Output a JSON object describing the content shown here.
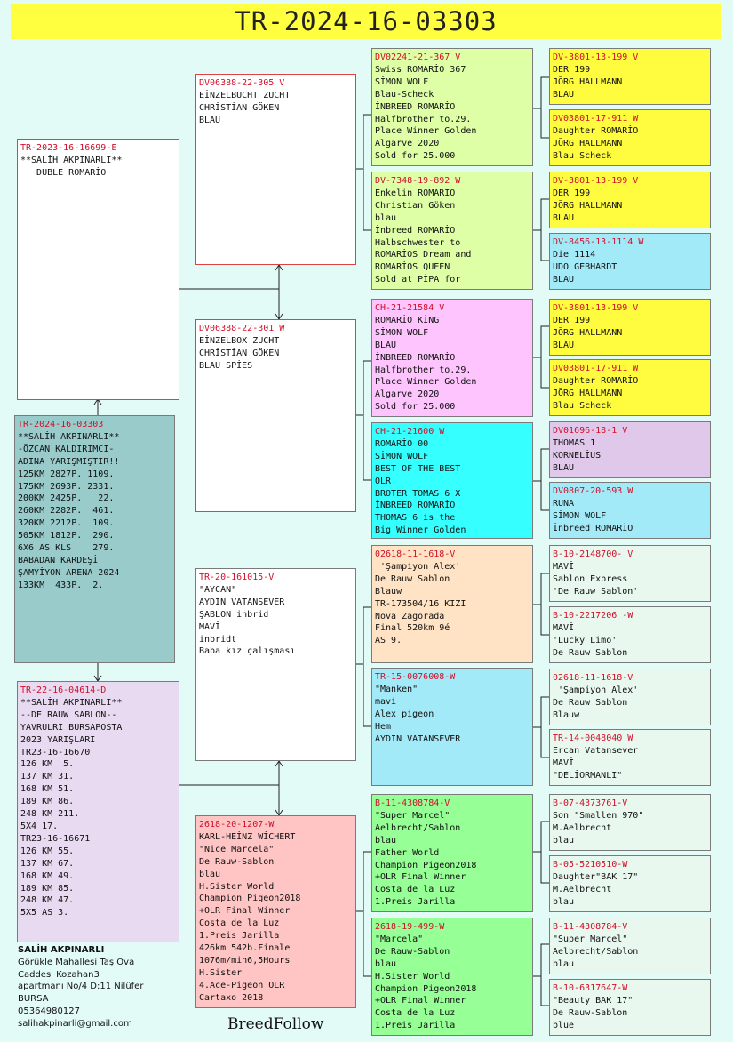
{
  "title": "TR-2024-16-03303",
  "brand": "BreedFollow",
  "colors": {
    "title_bg": "#ffff40",
    "pedigree_id": "#d0102a",
    "subject_bg": "#99cbcb",
    "dam_bg": "#e8daf0",
    "yellow": "#fffc40",
    "green_light": "#deffa6",
    "pink": "#fdc4fd",
    "cyan": "#35ffff",
    "lavender": "#e0c8ea",
    "sky": "#a3eaf8",
    "peach": "#ffe3c4",
    "salmon": "#ffc4c4",
    "green": "#96ff96",
    "mint": "#e8f8ee"
  },
  "boxes": {
    "sire": {
      "id": "TR-2023-16-16699-E",
      "lines": [
        "**SALİH AKPINARLI**",
        "   DUBLE ROMARİO"
      ]
    },
    "subject": {
      "id": "TR-2024-16-03303",
      "lines": [
        "**SALİH AKPINARLI**",
        "-ÖZCAN KALDIRIMCI-",
        "ADINA YARIŞMIŞTIR!!",
        "125KM 2827P. 1109.",
        "175KM 2693P. 2331.",
        "200KM 2425P.   22.",
        "260KM 2282P.  461.",
        "320KM 2212P.  109.",
        "505KM 1812P.  290.",
        "6X6 AS KLS    279.",
        "BABADAN KARDEŞİ",
        "ŞAMYİYON ARENA 2024",
        "133KM  433P.  2."
      ]
    },
    "dam": {
      "id": "TR-22-16-04614-D",
      "lines": [
        "**SALİH AKPINARLI**",
        "--DE RAUW SABLON--",
        "YAVRULRI BURSAPOSTA",
        "2023 YARIŞLARI",
        "TR23-16-16670",
        "126 KM  5.",
        "137 KM 31.",
        "168 KM 51.",
        "189 KM 86.",
        "248 KM 211.",
        "5X4 17.",
        "TR23-16-16671",
        "126 KM 55.",
        "137 KM 67.",
        "168 KM 49.",
        "189 KM 85.",
        "248 KM 47.",
        "5X5 AS 3."
      ]
    },
    "ss": {
      "id": "DV06388-22-305 V",
      "lines": [
        "EİNZELBUCHT ZUCHT",
        "CHRİSTİAN GÖKEN",
        "BLAU"
      ]
    },
    "sd": {
      "id": "DV06388-22-301 W",
      "lines": [
        "EİNZELBOX ZUCHT",
        "CHRİSTİAN GÖKEN",
        "BLAU SPİES"
      ]
    },
    "ds": {
      "id": "TR-20-161015-V",
      "lines": [
        "\"AYCAN\"",
        "AYDIN VATANSEVER",
        "ŞABLON inbrid",
        "MAVİ",
        "inbridt",
        "Baba kız çalışması"
      ]
    },
    "dd": {
      "id": "2618-20-1207-W",
      "lines": [
        "KARL-HEİNZ WİCHERT",
        "\"Nice Marcela\"",
        "De Rauw-Sablon",
        "blau",
        "H.Sister World",
        "Champion Pigeon2018",
        "+OLR Final Winner",
        "Costa de la Luz",
        "1.Preis Jarilla",
        "426km 542b.Finale",
        "1076m/min6,5Hours",
        "H.Sister",
        "4.Ace-Pigeon OLR",
        "Cartaxo 2018"
      ]
    },
    "sss": {
      "id": "DV02241-21-367 V",
      "lines": [
        "Swiss ROMARİO 367",
        "SİMON WOLF",
        "Blau-Scheck",
        "İNBREED ROMARİO",
        "Halfbrother to.29.",
        "Place Winner Golden",
        "Algarve 2020",
        "Sold for 25.000"
      ]
    },
    "ssd": {
      "id": "DV-7348-19-892 W",
      "lines": [
        "Enkelin ROMARİO",
        "Christian Göken",
        "blau",
        "İnbreed ROMARİO",
        "Halbschwester to",
        "ROMARİOS Dream and",
        "ROMARİOS QUEEN",
        "Sold at PİPA for"
      ]
    },
    "sds": {
      "id": "CH-21-21584 V",
      "lines": [
        "ROMARİO KİNG",
        "SİMON WOLF",
        "BLAU",
        "İNBREED ROMARİO",
        "Halfbrother to.29.",
        "Place Winner Golden",
        "Algarve 2020",
        "Sold for 25.000"
      ]
    },
    "sdd": {
      "id": "CH-21-21600 W",
      "lines": [
        "ROMARİO 00",
        "SİMON WOLF",
        "BEST OF THE BEST",
        "OLR",
        "BROTER TOMAS 6 X",
        "İNBREED ROMARİO",
        "THOMAS 6 is the",
        "Big Winner Golden"
      ]
    },
    "dss": {
      "id": "02618-11-1618-V",
      "lines": [
        " 'Şampiyon Alex'",
        "De Rauw Sablon",
        "Blauw",
        "TR-173504/16 KIZI",
        "Nova Zagorada",
        "Final 520km 9é",
        "AS 9."
      ]
    },
    "dsd": {
      "id": "TR-15-0076008-W",
      "lines": [
        "\"Manken\"",
        "mavi",
        "Alex pigeon",
        "Hem",
        "AYDIN VATANSEVER"
      ]
    },
    "dds": {
      "id": "B-11-4308784-V",
      "lines": [
        "\"Super Marcel\"",
        "Aelbrecht/Sablon",
        "blau",
        "Father World",
        "Champion Pigeon2018",
        "+OLR Final Winner",
        "Costa de la Luz",
        "1.Preis Jarilla"
      ]
    },
    "ddd": {
      "id": "2618-19-499-W",
      "lines": [
        "\"Marcela\"",
        "De Rauw-Sablon",
        "blau",
        "H.Sister World",
        "Champion Pigeon2018",
        "+OLR Final Winner",
        "Costa de la Luz",
        "1.Preis Jarilla"
      ]
    },
    "g1": {
      "id": "DV-3801-13-199 V",
      "lines": [
        "DER 199",
        "JÖRG HALLMANN",
        "BLAU"
      ]
    },
    "g2": {
      "id": "DV03801-17-911 W",
      "lines": [
        "Daughter ROMARİO",
        "JÖRG HALLMANN",
        "Blau Scheck"
      ]
    },
    "g3": {
      "id": "DV-3801-13-199 V",
      "lines": [
        "DER 199",
        "JÖRG HALLMANN",
        "BLAU"
      ]
    },
    "g4": {
      "id": "DV-8456-13-1114 W",
      "lines": [
        "Die 1114",
        "UDO GEBHARDT",
        "BLAU"
      ]
    },
    "g5": {
      "id": "DV-3801-13-199 V",
      "lines": [
        "DER 199",
        "JÖRG HALLMANN",
        "BLAU"
      ]
    },
    "g6": {
      "id": "DV03801-17-911 W",
      "lines": [
        "Daughter ROMARİO",
        "JÖRG HALLMANN",
        "Blau Scheck"
      ]
    },
    "g7": {
      "id": "DV01696-18-1 V",
      "lines": [
        "THOMAS 1",
        "KORNELİUS",
        "BLAU"
      ]
    },
    "g8": {
      "id": "DV0807-20-593 W",
      "lines": [
        "RUNA",
        "SİMON WOLF",
        "İnbreed ROMARİO"
      ]
    },
    "g9": {
      "id": "B-10-2148700- V",
      "lines": [
        "MAVİ",
        "Sablon Express",
        "'De Rauw Sablon'"
      ]
    },
    "g10": {
      "id": "B-10-2217206 -W",
      "lines": [
        "MAVİ",
        "'Lucky Limo'",
        "De Rauw Sablon"
      ]
    },
    "g11": {
      "id": "02618-11-1618-V",
      "lines": [
        " 'Şampiyon Alex'",
        "De Rauw Sablon",
        "Blauw"
      ]
    },
    "g12": {
      "id": "TR-14-0048040 W",
      "lines": [
        "Ercan Vatansever",
        "MAVİ",
        "\"DELİORMANLI\""
      ]
    },
    "g13": {
      "id": "B-07-4373761-V",
      "lines": [
        "Son \"Smallen 970\"",
        "M.Aelbrecht",
        "blau"
      ]
    },
    "g14": {
      "id": "B-05-5210510-W",
      "lines": [
        "Daughter\"BAK 17\"",
        "M.Aelbrecht",
        "blau"
      ]
    },
    "g15": {
      "id": "B-11-4308784-V",
      "lines": [
        "\"Super Marcel\"",
        "Aelbrecht/Sablon",
        "blau"
      ]
    },
    "g16": {
      "id": "B-10-6317647-W",
      "lines": [
        "\"Beauty BAK 17\"",
        "De Rauw-Sablon",
        "blue"
      ]
    }
  },
  "owner": {
    "name": "SALİH AKPINARLI",
    "lines": [
      "Görükle Mahallesi Taş Ova",
      "Caddesi Kozahan3",
      "apartmanı No/4 D:11 Nilüfer",
      "BURSA",
      "05364980127",
      "salihakpinarli@gmail.com"
    ]
  }
}
